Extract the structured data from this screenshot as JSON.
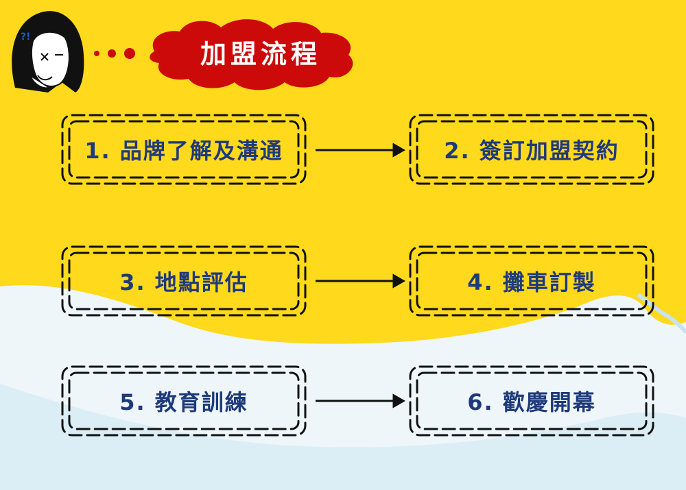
{
  "title": "加盟流程",
  "colors": {
    "background": "#ffd91c",
    "banner": "#cc0a0a",
    "step_text": "#1f3a7a",
    "border": "#111111"
  },
  "steps": [
    {
      "label": "1. 品牌了解及溝通"
    },
    {
      "label": "2. 簽訂加盟契約"
    },
    {
      "label": "3. 地點評估"
    },
    {
      "label": "4. 攤車訂製"
    },
    {
      "label": "5. 教育訓練"
    },
    {
      "label": "6. 歡慶開幕"
    }
  ]
}
